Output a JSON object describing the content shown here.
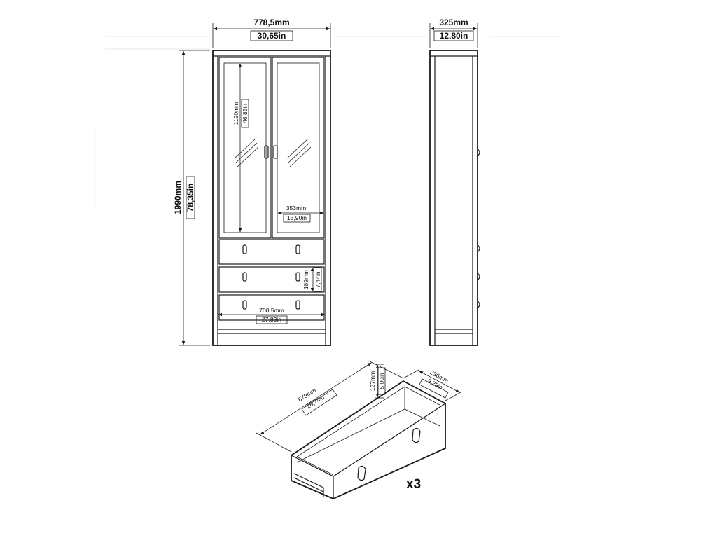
{
  "dimensions": {
    "total_width_mm": "778,5mm",
    "total_width_in": "30,65in",
    "depth_mm": "325mm",
    "depth_in": "12,80in",
    "height_mm": "1990mm",
    "height_in": "78,35in",
    "glass_height_mm": "1190mm",
    "glass_height_in": "46,85in",
    "door_width_mm": "353mm",
    "door_width_in": "13,90in",
    "drawer_height_mm": "189mm",
    "drawer_height_in": "7,44in",
    "inner_width_mm": "708,5mm",
    "inner_width_in": "27,89in",
    "drawer_length_mm": "679mm",
    "drawer_length_in": "26,74in",
    "drawer_box_height_mm": "127mm",
    "drawer_box_height_in": "5,00in",
    "drawer_depth_mm": "236mm",
    "drawer_depth_in": "9,29in"
  },
  "drawer_quantity": "x3"
}
